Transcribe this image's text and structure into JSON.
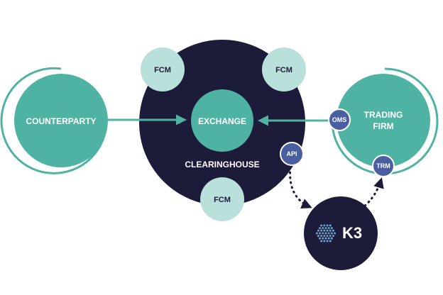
{
  "nodes": {
    "counterparty": "COUNTERPARTY",
    "exchange": "EXCHANGE",
    "clearinghouse": "CLEARINGHOUSE",
    "fcm_top_left": "FCM",
    "fcm_top_right": "FCM",
    "fcm_bottom": "FCM",
    "trading_firm_line1": "TRADING",
    "trading_firm_line2": "FIRM",
    "oms": "OMS",
    "api": "API",
    "trm": "TRM",
    "k3": "K3"
  },
  "colors": {
    "teal": "#4fb3a4",
    "teal_light": "#b9e0da",
    "navy": "#1d1b3a",
    "badge_blue": "#4a5fa0",
    "hex_gradient_start": "#7fd4c8",
    "hex_gradient_end": "#5a6fd0"
  }
}
